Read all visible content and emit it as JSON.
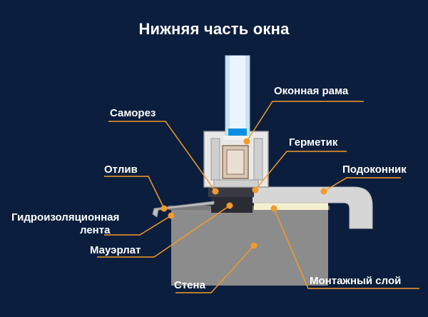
{
  "title": "Нижняя часть окна",
  "labels": {
    "window_frame": "Оконная рама",
    "screw": "Саморез",
    "sealant": "Герметик",
    "ebb": "Отлив",
    "sill": "Подоконник",
    "waterproof_line1": "Гидроизоляционная",
    "waterproof_line2": "лента",
    "mauerlat": "Мауэрлат",
    "wall": "Стена",
    "mounting_layer": "Монтажный слой"
  },
  "colors": {
    "background": "#0b1e3d",
    "leader": "#f39a2b",
    "wall": "#8c8c8c",
    "sill": "#d6d6d6",
    "frame": "#e8e8e8",
    "glass": "#c8e4f3",
    "glass_accent": "#0a8fe0",
    "mounting_layer": "#f6efd0"
  }
}
